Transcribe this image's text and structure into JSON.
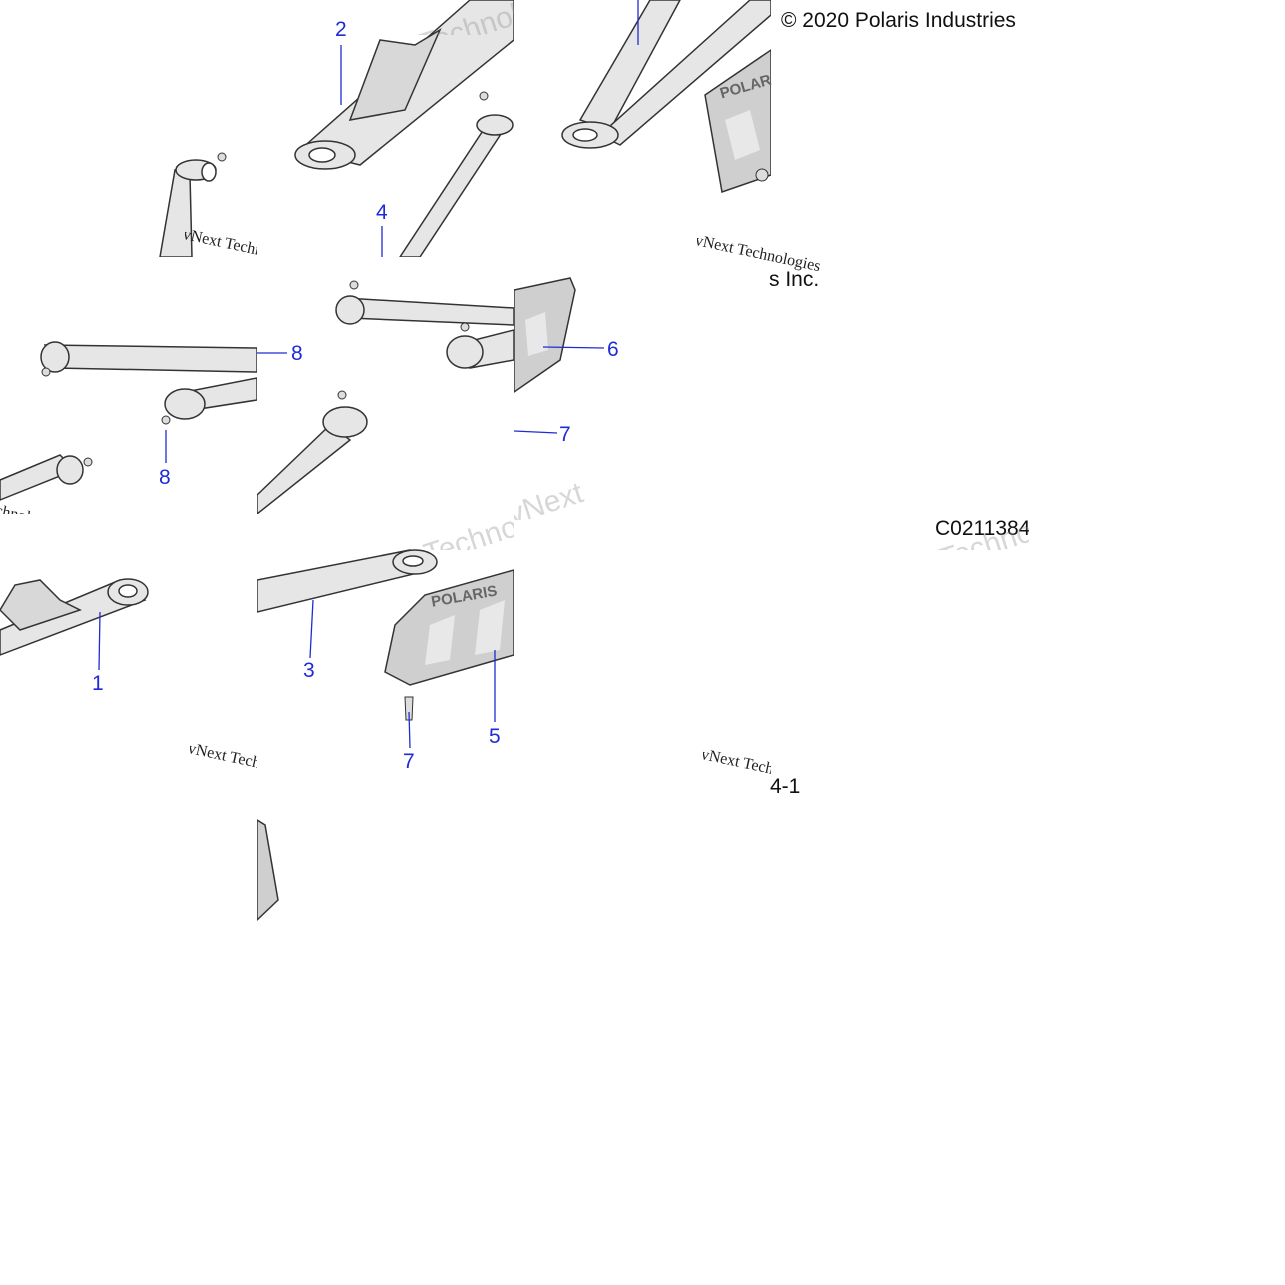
{
  "copyright": "© 2020 Polaris Industries",
  "copyright_tail": "s Inc.",
  "drawing_code": "C0211384",
  "page_fragment": "4-1",
  "brand_logo": "POLARIS",
  "watermark_script": "vNext Technologies",
  "watermark_bold_a": "vNext",
  "watermark_bold_b": "Technologies",
  "callouts": {
    "c1": "1",
    "c2": "2",
    "c3": "3",
    "c4": "4",
    "c5": "5",
    "c6": "6",
    "c7a": "7",
    "c7b": "7",
    "c8a": "8",
    "c8b": "8"
  },
  "colors": {
    "callout": "#1f2bd6",
    "part_fill": "#e6e6e6",
    "part_stroke": "#333333",
    "guard_fill": "#cfcfcf"
  }
}
